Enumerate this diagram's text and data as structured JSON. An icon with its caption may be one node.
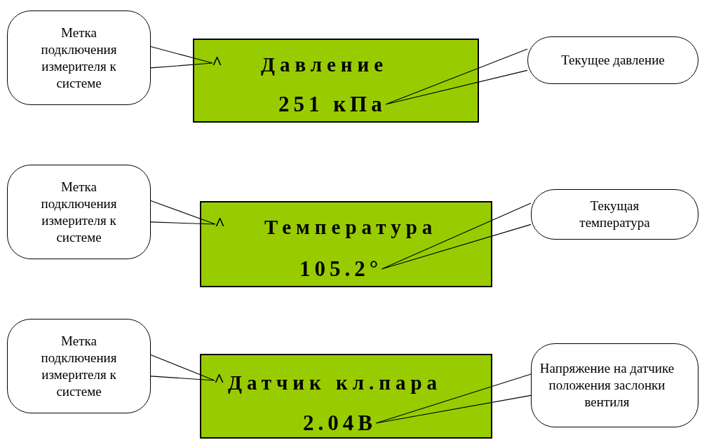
{
  "diagram": {
    "nodes": [
      {
        "text": [
          "Метка подключения измерителя к системе"
        ]
      },
      {
        "text": [
          "Давление"
        ]
      },
      {
        "text": [
          "^"
        ],
        "in": 1
      },
      {
        "text": [
          "251 кПа"
        ],
        "in": 1
      },
      {
        "text": [
          "Текущее давление"
        ]
      },
      {
        "text": [
          "Метка подключения измерителя к системе"
        ]
      },
      {
        "text": [
          "Температура"
        ]
      },
      {
        "text": [
          "^"
        ],
        "in": 6
      },
      {
        "text": [
          "105.2°"
        ],
        "in": 6
      },
      {
        "text": [
          "Текущая температура"
        ]
      },
      {
        "text": [
          "Метка подключения измерителя к системе"
        ]
      },
      {
        "text": [
          "Датчик кл.пара"
        ]
      },
      {
        "text": [
          "^"
        ],
        "in": 11
      },
      {
        "text": [
          "2.04В"
        ],
        "in": 11
      },
      {
        "text": [
          "Напряжение на датчике положения заслонки вентиля"
        ]
      }
    ],
    "edges": [
      {
        "from": 0,
        "to": 2,
        "arrow": "none"
      },
      {
        "from": 4,
        "to": 3,
        "arrow": "none"
      },
      {
        "from": 5,
        "to": 7,
        "arrow": "none"
      },
      {
        "from": 9,
        "to": 8,
        "arrow": "none"
      },
      {
        "from": 10,
        "to": 12,
        "arrow": "none"
      },
      {
        "from": 14,
        "to": 13,
        "arrow": "none"
      }
    ]
  }
}
